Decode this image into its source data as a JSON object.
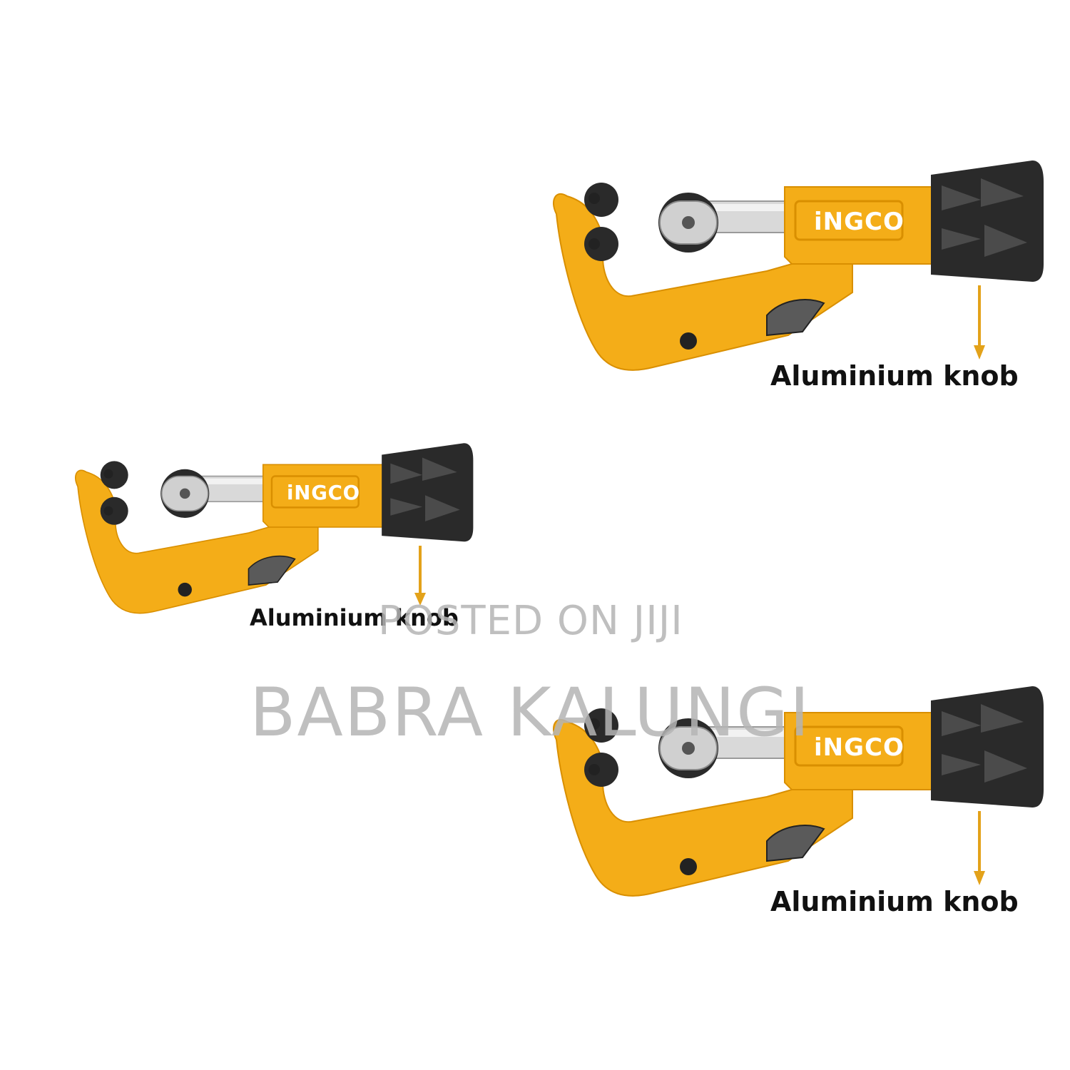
{
  "colors": {
    "body": "#f4ad18",
    "body_dark": "#d98f00",
    "knob": "#2a2a2a",
    "knob_highlight": "#5a5a5a",
    "arrow": "#e3a21a",
    "watermark": "#b5b5b5"
  },
  "tools": [
    {
      "brand": "iNGCO",
      "callout": "Aluminium knob"
    },
    {
      "brand": "iNGCO",
      "callout": "Aluminium knob"
    },
    {
      "brand": "iNGCO",
      "callout": "Aluminium knob"
    }
  ],
  "watermark": {
    "line1": "POSTED ON JIJI",
    "line2": "BABRA KALUNGI"
  },
  "icons": [
    "pipe-cutter-icon",
    "arrow-down-icon"
  ]
}
